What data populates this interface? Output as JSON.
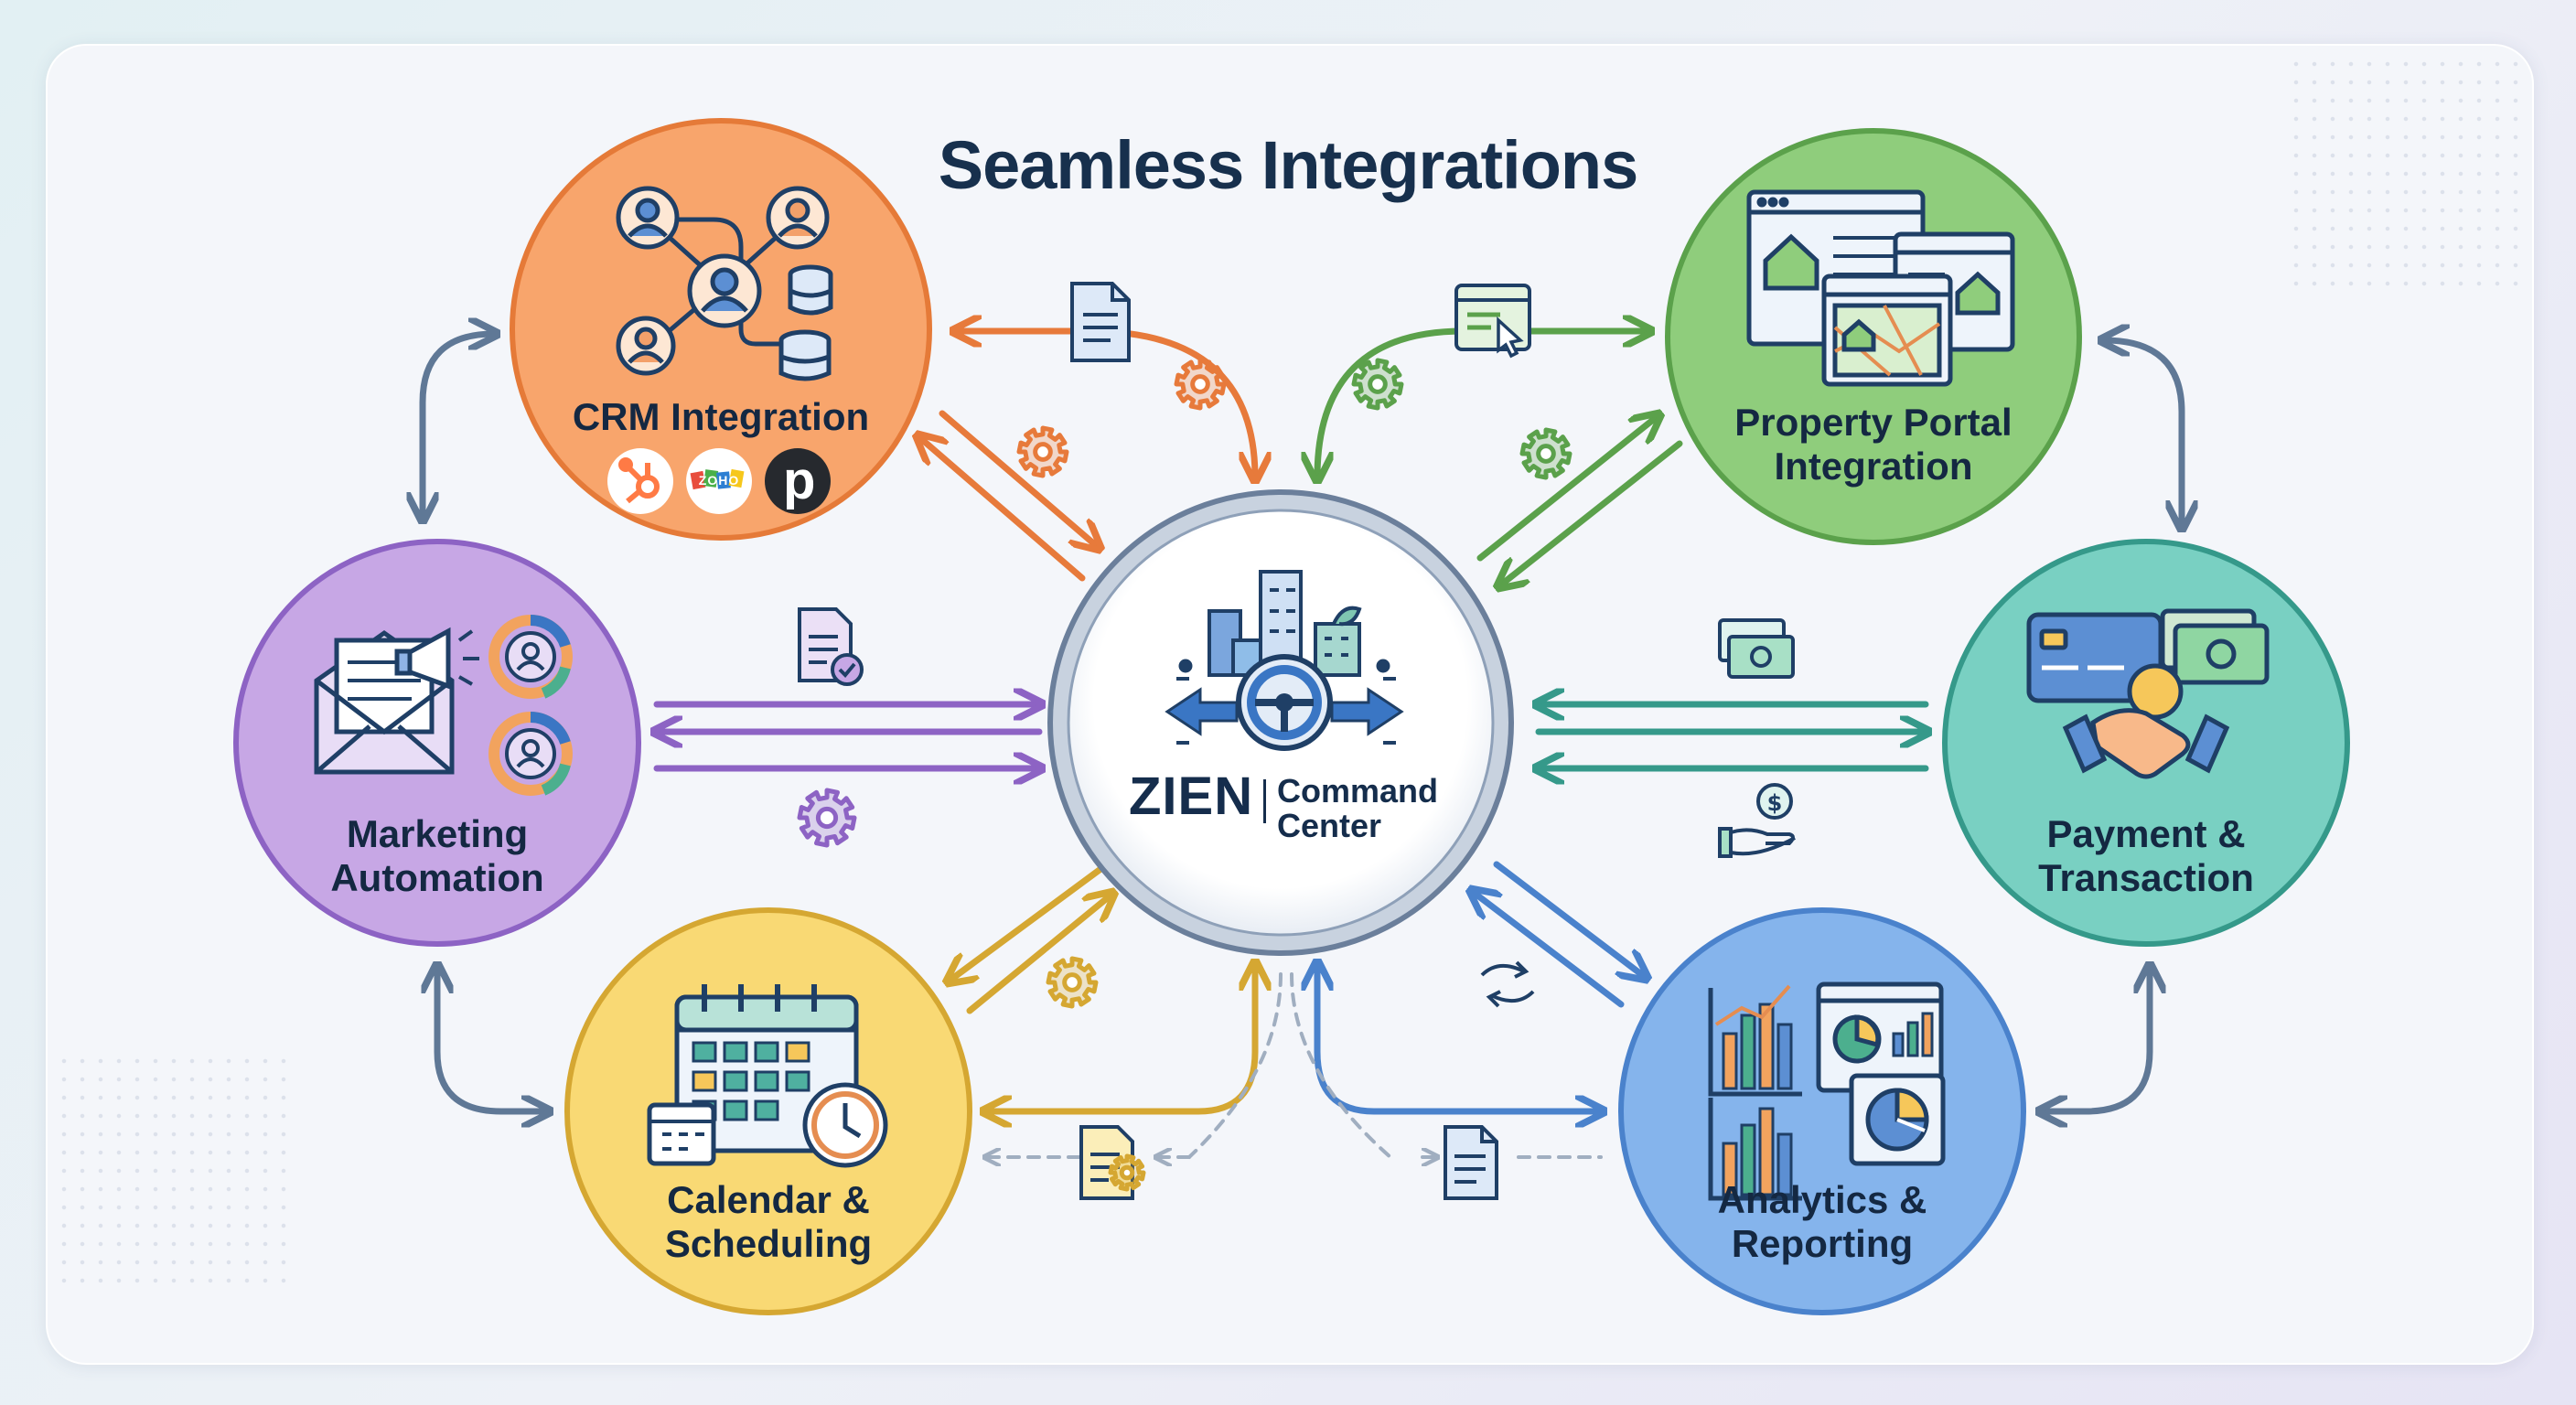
{
  "title": "Seamless Integrations",
  "center": {
    "brand": "ZIEN",
    "line1": "Command",
    "line2": "Center"
  },
  "nodes": {
    "crm": {
      "line1": "CRM Integration",
      "line2": "",
      "color": "#f8a56c",
      "border": "#e57a38"
    },
    "portal": {
      "line1": "Property Portal",
      "line2": "Integration",
      "color": "#8fcd7c",
      "border": "#5ba14b"
    },
    "marketing": {
      "line1": "Marketing",
      "line2": "Automation",
      "color": "#c7a7e5",
      "border": "#8d63c4"
    },
    "payment": {
      "line1": "Payment &",
      "line2": "Transaction",
      "color": "#79d0c2",
      "border": "#35998a"
    },
    "calendar": {
      "line1": "Calendar &",
      "line2": "Scheduling",
      "color": "#f9d974",
      "border": "#d5a732"
    },
    "analytics": {
      "line1": "Analytics &",
      "line2": "Reporting",
      "color": "#85b4ec",
      "border": "#4a82cc"
    }
  },
  "crm_logos": {
    "zoho": "ZOHO",
    "pipedrive": "p"
  },
  "colors": {
    "orange": "#e77a3b",
    "green": "#5ba14b",
    "purple": "#8d63c4",
    "teal": "#35998a",
    "yellow": "#d5a732",
    "blue": "#4a82cc",
    "slate": "#5f7896",
    "navy": "#1f3f66"
  }
}
